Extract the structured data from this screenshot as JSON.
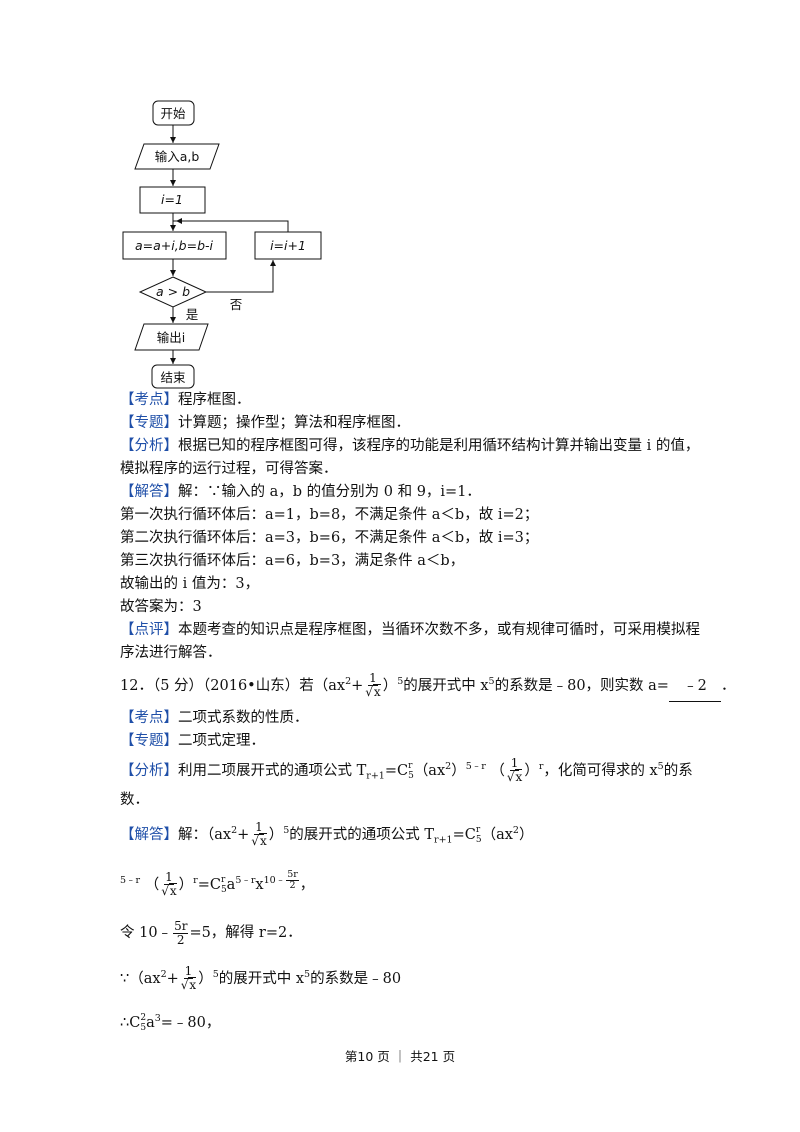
{
  "flowchart": {
    "start": "开始",
    "input": "输入a,b",
    "init": "i=1",
    "process": "a=a+i,b=b-i",
    "increment": "i=i+1",
    "decision": "a > b",
    "no": "否",
    "yes": "是",
    "output": "输出i",
    "end": "结束"
  },
  "q11": {
    "kaodian_tag": "【考点】",
    "kaodian": "程序框图．",
    "zhuanti_tag": "【专题】",
    "zhuanti": "计算题；操作型；算法和程序框图．",
    "fenxi_tag": "【分析】",
    "fenxi_1": "根据已知的程序框图可得，该程序的功能是利用循环结构计算并输出变量 i 的值，",
    "fenxi_2": "模拟程序的运行过程，可得答案．",
    "jieda_tag": "【解答】",
    "jieda_1": "解：∵输入的 a，b 的值分别为 0 和 9，i=1．",
    "jieda_2": "第一次执行循环体后：a=1，b=8，不满足条件 a＜b，故 i=2；",
    "jieda_3": "第二次执行循环体后：a=3，b=6，不满足条件 a＜b，故 i=3；",
    "jieda_4": "第三次执行循环体后：a=6，b=3，满足条件 a＜b，",
    "jieda_5": "故输出的 i 值为：3，",
    "jieda_6": "故答案为：3",
    "dianping_tag": "【点评】",
    "dianping_1": "本题考查的知识点是程序框图，当循环次数不多，或有规律可循时，可采用模拟程",
    "dianping_2": "序法进行解答．"
  },
  "q12": {
    "number": "12．（5 分）（2016•山东）若（ax",
    "exp2": "2",
    "plus": "+",
    "one": "1",
    "x": "x",
    "paren_close": "）",
    "exp5": "5",
    "stem_mid": "的展开式中 x",
    "stem_end": "的系数是﹣80，则实数 a=",
    "answer": "﹣2",
    "period": "．",
    "kaodian_tag": "【考点】",
    "kaodian": "二项式系数的性质．",
    "zhuanti_tag": "【专题】",
    "zhuanti": "二项式定理．",
    "fenxi_tag": "【分析】",
    "fenxi_a": "利用二项展开式的通项公式 T",
    "sub_r1": "r+1",
    "eq_C": "=C",
    "comb_top": "r",
    "comb_bot": "5",
    "ax2": "（ax",
    "ax2_close": "）",
    "exp_5r": "5﹣r",
    "exp_r": "r",
    "fenxi_b": "，化简可得求的 x",
    "fenxi_c": "的系",
    "fenxi_d": "数．",
    "jieda_tag": "【解答】",
    "jieda_a": "解：（ax",
    "jieda_b": "的展开式的通项公式 T",
    "step2_end": "，",
    "exp_10": "10﹣",
    "frac_5r": "5r",
    "frac_2": "2",
    "ling_a": "令 10﹣",
    "ling_b": "=5，解得 r=2．",
    "since_a": "∵（ax",
    "since_b": "的展开式中 x",
    "since_c": "的系数是﹣80",
    "therefore": "∴C",
    "comb2_top": "2",
    "comb2_bot": "5",
    "a3": "a",
    "exp3": "3",
    "therefore_end": "=﹣80，",
    "a_5r": "a"
  },
  "footer": "第10 页 ｜ 共21 页"
}
